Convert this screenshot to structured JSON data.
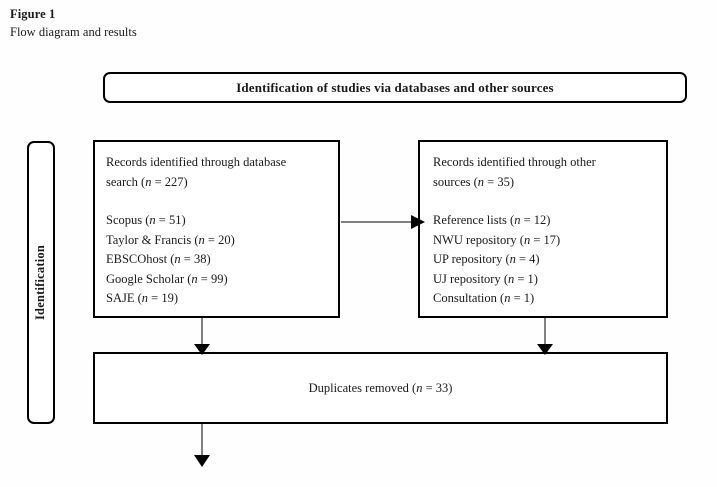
{
  "figure": {
    "title": "Figure 1",
    "subtitle": "Flow diagram and results"
  },
  "header": {
    "banner_label": "Identification of studies via databases and other sources"
  },
  "stage": {
    "label": "Identification"
  },
  "boxes": {
    "database": {
      "heading_line1": "Records identified through database",
      "heading_line2_prefix": "search (",
      "heading_line2_n": "n",
      "heading_line2_suffix": " = 227)",
      "sources": [
        {
          "name": "Scopus (",
          "n": "n",
          "value": " = 51)"
        },
        {
          "name": "Taylor & Francis (",
          "n": "n",
          "value": " = 20)"
        },
        {
          "name": "EBSCOhost (",
          "n": "n",
          "value": " = 38)"
        },
        {
          "name": "Google Scholar (",
          "n": "n",
          "value": " = 99)"
        },
        {
          "name": "SAJE (",
          "n": "n",
          "value": " = 19)"
        }
      ]
    },
    "other_sources": {
      "heading_line1": "Records identified through other",
      "heading_line2_prefix": "sources (",
      "heading_line2_n": "n",
      "heading_line2_suffix": " = 35)",
      "sources": [
        {
          "name": "Reference lists (",
          "n": "n",
          "value": " = 12)"
        },
        {
          "name": "NWU repository (",
          "n": "n",
          "value": " = 17)"
        },
        {
          "name": "UP repository (",
          "n": "n",
          "value": " = 4)"
        },
        {
          "name": "UJ repository (",
          "n": "n",
          "value": " = 1)"
        },
        {
          "name": "Consultation (",
          "n": "n",
          "value": " = 1)"
        }
      ]
    },
    "duplicates": {
      "prefix": "Duplicates removed (",
      "n": "n",
      "suffix": " = 33)"
    }
  },
  "colors": {
    "border": "#000000",
    "text": "#1a1a1a",
    "background": "#fefefe",
    "arrow_line": "#808080",
    "arrow_head": "#000000"
  },
  "counts": {
    "database_total": 227,
    "other_sources_total": 35,
    "scopus": 51,
    "taylor_francis": 20,
    "ebscohost": 38,
    "google_scholar": 99,
    "saje": 19,
    "reference_lists": 12,
    "nwu_repository": 17,
    "up_repository": 4,
    "uj_repository": 1,
    "consultation": 1,
    "duplicates_removed": 33
  }
}
